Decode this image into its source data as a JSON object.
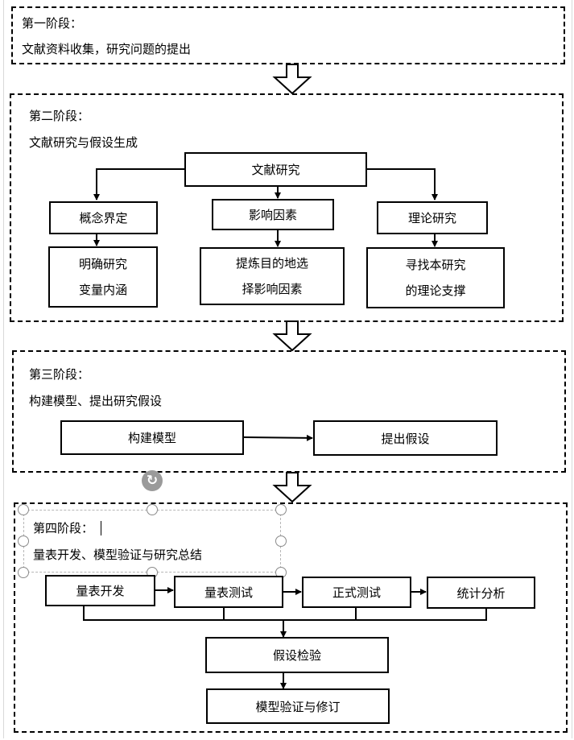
{
  "stages": [
    {
      "title": "第一阶段：",
      "subtitle": "文献资料收集，研究问题的提出"
    },
    {
      "title": "第二阶段：",
      "subtitle": "文献研究与假设生成"
    },
    {
      "title": "第三阶段：",
      "subtitle": "构建模型、提出研究假设"
    },
    {
      "title": "第四阶段：",
      "subtitle": "量表开发、模型验证与研究总结"
    }
  ],
  "stage2": {
    "root": "文献研究",
    "branches": [
      {
        "label": "概念界定",
        "detail": [
          "明确研究",
          "变量内涵"
        ]
      },
      {
        "label": "影响因素",
        "detail": [
          "提炼目的地选",
          "择影响因素"
        ]
      },
      {
        "label": "理论研究",
        "detail": [
          "寻找本研究",
          "的理论支撑"
        ]
      }
    ]
  },
  "stage3": {
    "left": "构建模型",
    "right": "提出假设"
  },
  "stage4": {
    "steps": [
      "量表开发",
      "量表测试",
      "正式测试",
      "统计分析"
    ],
    "check": "假设检验",
    "final": "模型验证与修订"
  },
  "colors": {
    "line": "#000000",
    "selection": "#8a8a8a",
    "rotate_handle": "#9a9a9a"
  },
  "icons": {
    "rotate": "rotate-handle-icon",
    "flow_arrow": "hollow-down-arrow-icon"
  }
}
